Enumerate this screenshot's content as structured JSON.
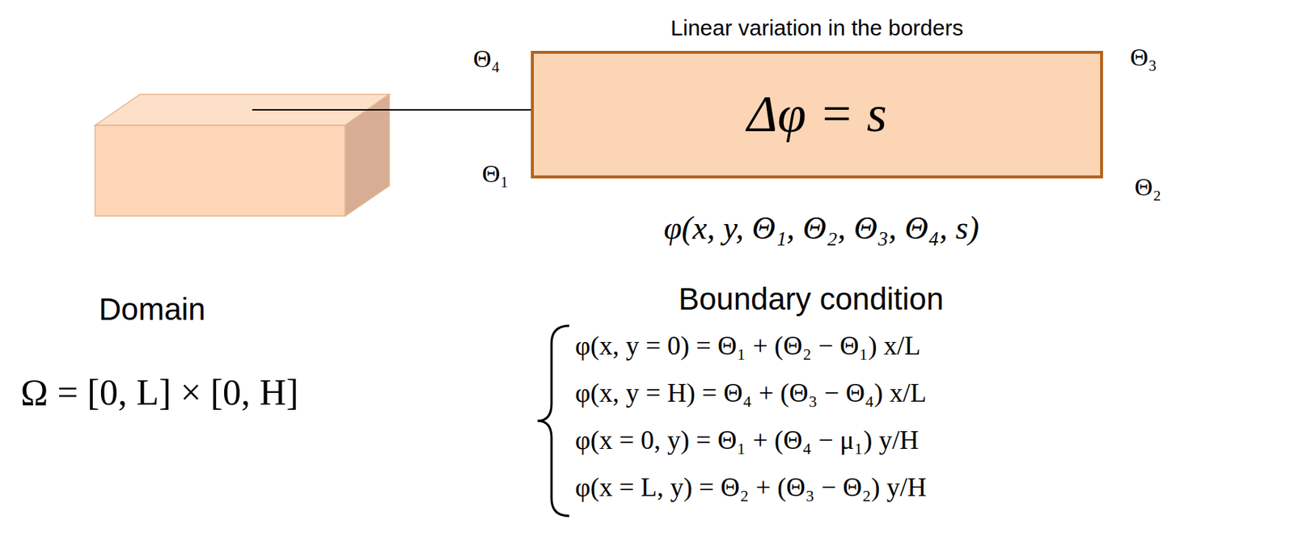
{
  "diagram": {
    "nodes": [
      {
        "text": [
          "Linear variation in the borders",
          "Δφ = s"
        ]
      }
    ],
    "labels": [
      "Θ₄",
      "Θ₃",
      "Θ₁",
      "Θ₂",
      "φ(x, y, Θ₁, Θ₂, Θ₃, Θ₄, s)",
      "Domain",
      "Ω = [0, L] × [0, H]",
      "Boundary condition",
      "φ(x, y = 0) = Θ₁ + (Θ₂ − Θ₁) x/L",
      "φ(x, y = H) = Θ₄ + (Θ₃ − Θ₄) x/L",
      "φ(x = 0, y) = Θ₁ + (Θ₄ − μ₁) y/H",
      "φ(x = L, y) = Θ₂ + (Θ₃ − Θ₂) y/H"
    ]
  }
}
